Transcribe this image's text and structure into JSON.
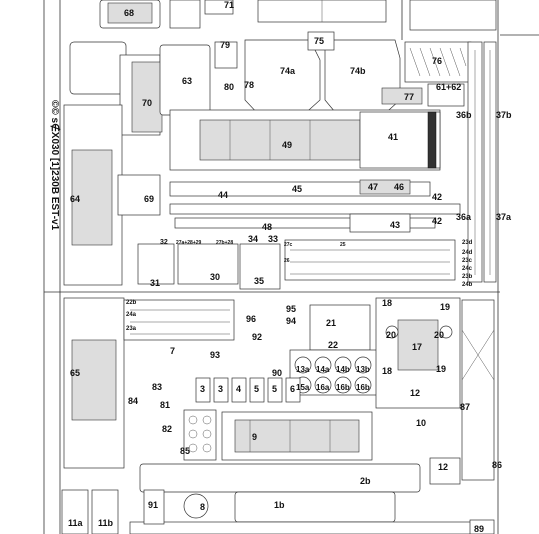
{
  "sheet": {
    "side_text": "©© s∉X030 [1]230B EST-v1"
  },
  "labels": [
    "71",
    "68",
    "75",
    "79",
    "76",
    "80",
    "74a",
    "74b",
    "63",
    "78",
    "70",
    "77",
    "61+62",
    "36b",
    "37b",
    "41",
    "49",
    "64",
    "69",
    "47",
    "46",
    "44",
    "45",
    "42",
    "43",
    "36a",
    "37a",
    "42",
    "48",
    "32",
    "27a+28+29",
    "27b+28",
    "34",
    "33",
    "27c",
    "26",
    "25",
    "23d",
    "24d",
    "23c",
    "24c",
    "23b",
    "24b",
    "30",
    "31",
    "35",
    "22b",
    "24a",
    "23a",
    "18",
    "19",
    "95",
    "96",
    "94",
    "21",
    "92",
    "20",
    "17",
    "20",
    "22",
    "7",
    "93",
    "90",
    "65",
    "13a",
    "14a",
    "14b",
    "13b",
    "18",
    "15a",
    "16a",
    "16b",
    "16b",
    "19",
    "83",
    "84",
    "3",
    "3",
    "4",
    "5",
    "5",
    "6",
    "12",
    "87",
    "81",
    "10",
    "82",
    "9",
    "85",
    "86",
    "2b",
    "12",
    "1b",
    "91",
    "8",
    "11a",
    "11b",
    "89"
  ]
}
